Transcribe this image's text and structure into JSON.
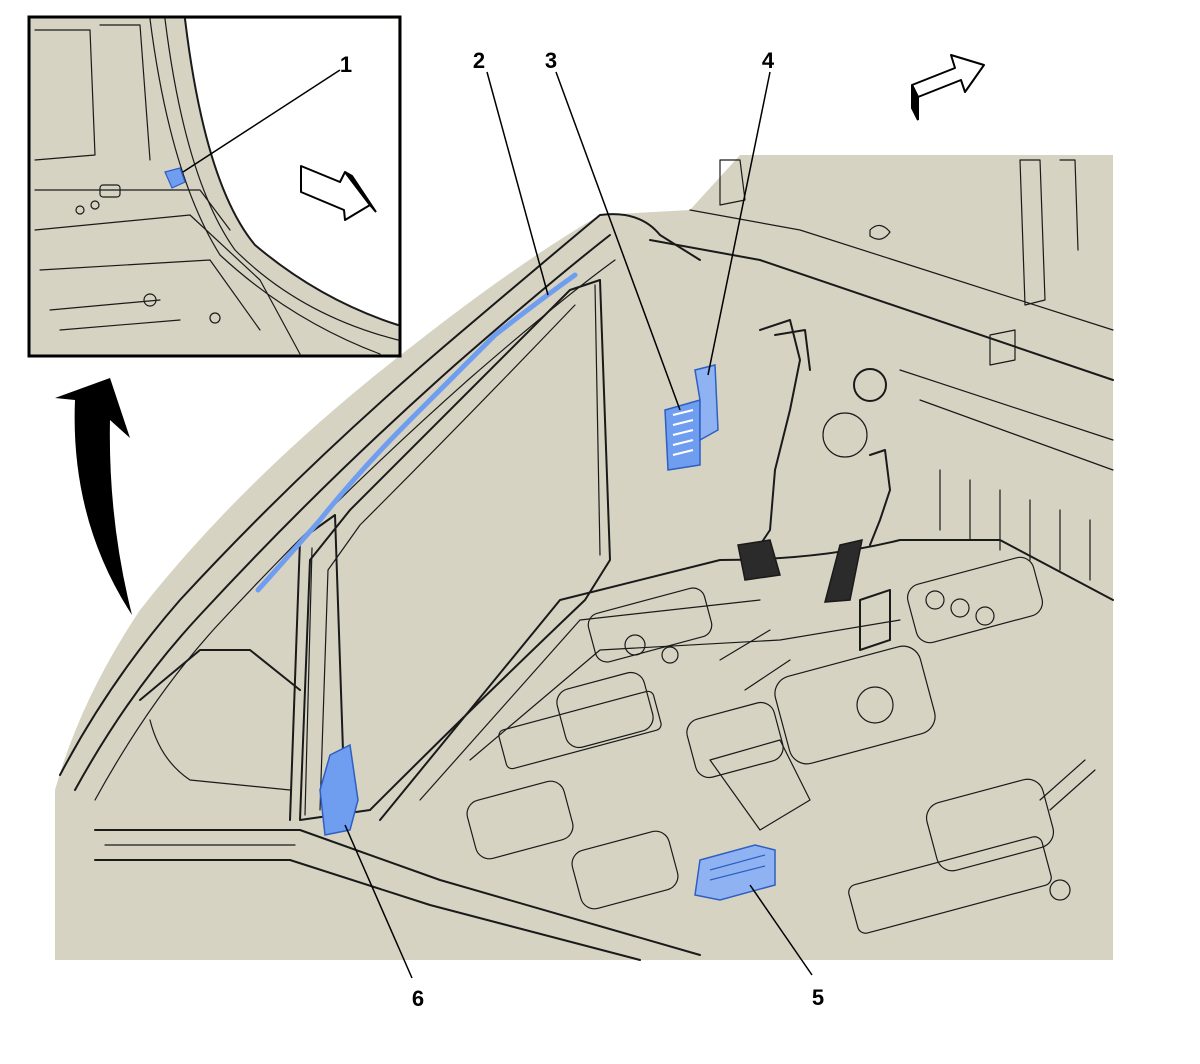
{
  "figure": {
    "background_color": "#d6d3c3",
    "highlight_color": "#6f9df0",
    "line_color": "#1a1a1a",
    "callouts": [
      {
        "id": "1",
        "label": "1"
      },
      {
        "id": "2",
        "label": "2"
      },
      {
        "id": "3",
        "label": "3"
      },
      {
        "id": "4",
        "label": "4"
      },
      {
        "id": "5",
        "label": "5"
      },
      {
        "id": "6",
        "label": "6"
      }
    ],
    "icons": {
      "direction_arrow_main": "direction-arrow-icon",
      "direction_arrow_inset": "direction-arrow-icon",
      "view_rotation_arrow": "curved-arrow-icon"
    }
  }
}
